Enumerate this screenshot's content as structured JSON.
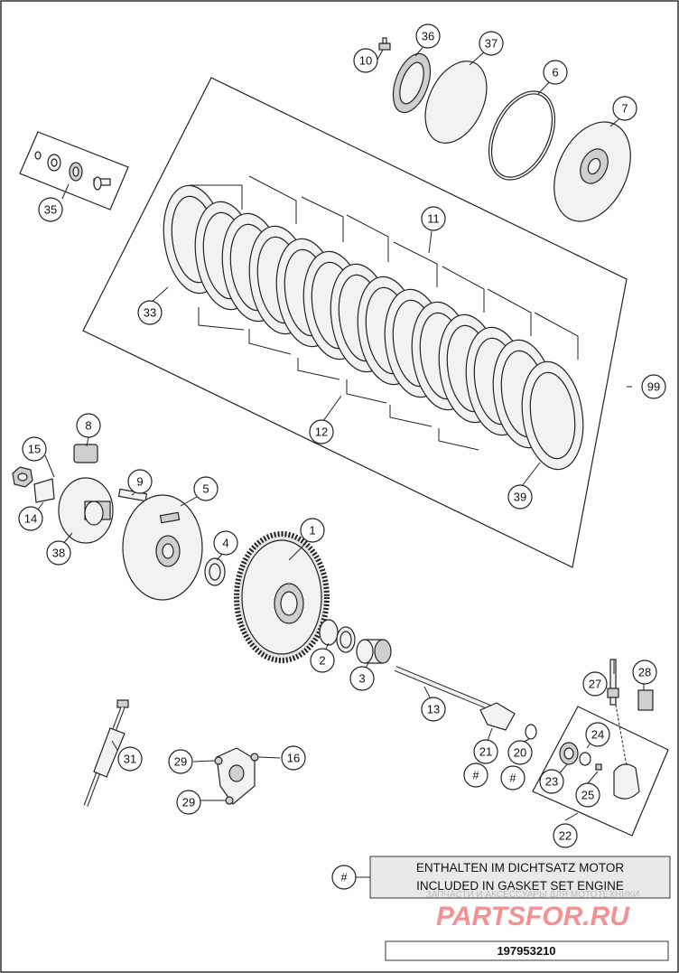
{
  "callouts": {
    "c1": "1",
    "c2": "2",
    "c3": "3",
    "c4": "4",
    "c5": "5",
    "c6": "6",
    "c7": "7",
    "c8": "8",
    "c9": "9",
    "c10": "10",
    "c11": "11",
    "c12": "12",
    "c13": "13",
    "c14": "14",
    "c15": "15",
    "c16": "16",
    "c20": "20",
    "c21": "21",
    "c22": "22",
    "c23": "23",
    "c24": "24",
    "c25": "25",
    "c27": "27",
    "c28": "28",
    "c29a": "29",
    "c29b": "29",
    "c31": "31",
    "c33": "33",
    "c35": "35",
    "c36": "36",
    "c37": "37",
    "c38": "38",
    "c39": "39",
    "c99": "99",
    "hash1": "#",
    "hash2": "#",
    "hash3": "#"
  },
  "legend": {
    "line1": "ENTHALTEN IM DICHTSATZ MOTOR",
    "line2": "INCLUDED IN GASKET SET ENGINE"
  },
  "watermark": {
    "caption": "ЗАПЧАСТИ И АКСЕССУАРЫ ДЛЯ МОТОТЕХНИКИ",
    "brand": "PARTSFOR.RU",
    "color": "#e8383d"
  },
  "drawing_number": "197953210"
}
